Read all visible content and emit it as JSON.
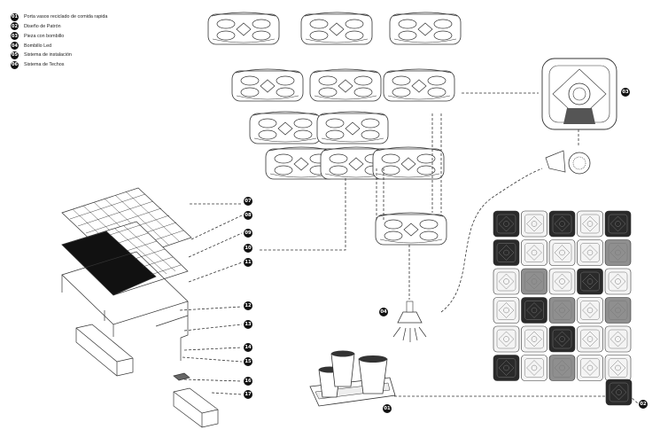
{
  "legend": [
    {
      "num": "01",
      "label": "Porta vasos reciclado de comida rapida"
    },
    {
      "num": "02",
      "label": "Diseño de Patrón"
    },
    {
      "num": "03",
      "label": "Pieza con bombillo"
    },
    {
      "num": "04",
      "label": "Bombillo Led"
    },
    {
      "num": "05",
      "label": "Sistema de instalación"
    },
    {
      "num": "06",
      "label": "Sistema de Techos"
    }
  ],
  "callouts": {
    "c07": "07",
    "c08": "08",
    "c09": "09",
    "c10": "10",
    "c11": "11",
    "c12": "12",
    "c13": "13",
    "c14": "14",
    "c15": "15",
    "c16": "16",
    "c17": "17",
    "c01": "01",
    "c02": "02",
    "c03": "03",
    "c04": "04"
  },
  "pattern": {
    "rows": [
      [
        "dark",
        "light",
        "dark",
        "light",
        "dark"
      ],
      [
        "dark",
        "light",
        "light",
        "light",
        "mid"
      ],
      [
        "light",
        "mid",
        "light",
        "dark",
        "light"
      ],
      [
        "light",
        "dark",
        "mid",
        "light",
        "mid"
      ],
      [
        "light",
        "light",
        "dark",
        "light",
        "light"
      ],
      [
        "dark",
        "light",
        "mid",
        "light",
        "light"
      ]
    ],
    "colors": {
      "dark": "#2a2a2a",
      "mid": "#8f8f8f",
      "light": "#f4f4f4"
    }
  }
}
